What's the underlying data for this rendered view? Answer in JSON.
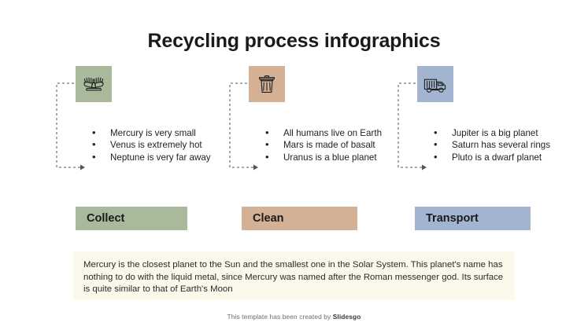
{
  "slide": {
    "title": "Recycling process infographics",
    "background": "#ffffff"
  },
  "colors": {
    "green": "#a8b99c",
    "tan": "#d4b094",
    "blue": "#a3b4d1",
    "note_background": "#fdf8ec",
    "text": "#1f1f1f",
    "connector": "#555555"
  },
  "columns": [
    {
      "key": "collect",
      "icon": "gloves-icon",
      "icon_color": "#a8b99c",
      "label": "Collect",
      "bar_color": "#a8b99c",
      "bullets": [
        "Mercury is very small",
        "Venus is extremely hot",
        "Neptune is very far away"
      ]
    },
    {
      "key": "clean",
      "icon": "trash-can-icon",
      "icon_color": "#d4b094",
      "label": "Clean",
      "bar_color": "#d4b094",
      "bullets": [
        "All humans live on Earth",
        "Mars is made of basalt",
        "Uranus is a blue planet"
      ]
    },
    {
      "key": "transport",
      "icon": "garbage-truck-icon",
      "icon_color": "#a3b4d1",
      "label": "Transport",
      "bar_color": "#a3b4d1",
      "bullets": [
        "Jupiter is a big planet",
        "Saturn has several rings",
        "Pluto is a dwarf planet"
      ]
    }
  ],
  "note": {
    "text": "Mercury is the closest planet to the Sun and the smallest one in the Solar System. This planet's name has nothing to do with the liquid metal, since Mercury was named after the Roman messenger god. Its surface is quite similar to that of Earth's Moon"
  },
  "footer": {
    "prefix": "This template has been created by ",
    "brand": "Slidesgo"
  }
}
